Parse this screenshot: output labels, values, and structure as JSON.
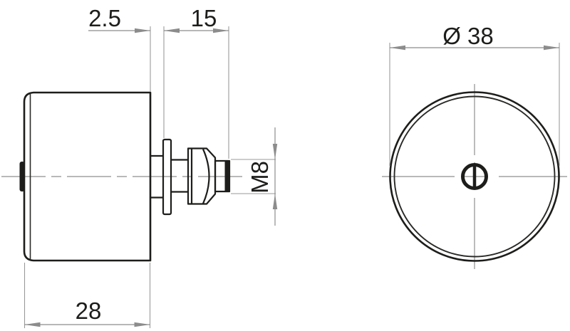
{
  "drawing": {
    "type": "technical-dimension-drawing",
    "part": "cylindrical roller with threaded stud",
    "views": {
      "side": {
        "dims": {
          "flange_offset": "2.5",
          "stud_length": "15",
          "body_depth": "28",
          "thread": "M8"
        }
      },
      "front": {
        "dims": {
          "outer_diameter": "Ø 38"
        }
      }
    },
    "colors": {
      "outline": "#1d1d1b",
      "dimension_lines": "#8c8c8c",
      "centerline": "#8f8f8f",
      "text": "#1d1d1b",
      "background": "#ffffff"
    }
  }
}
